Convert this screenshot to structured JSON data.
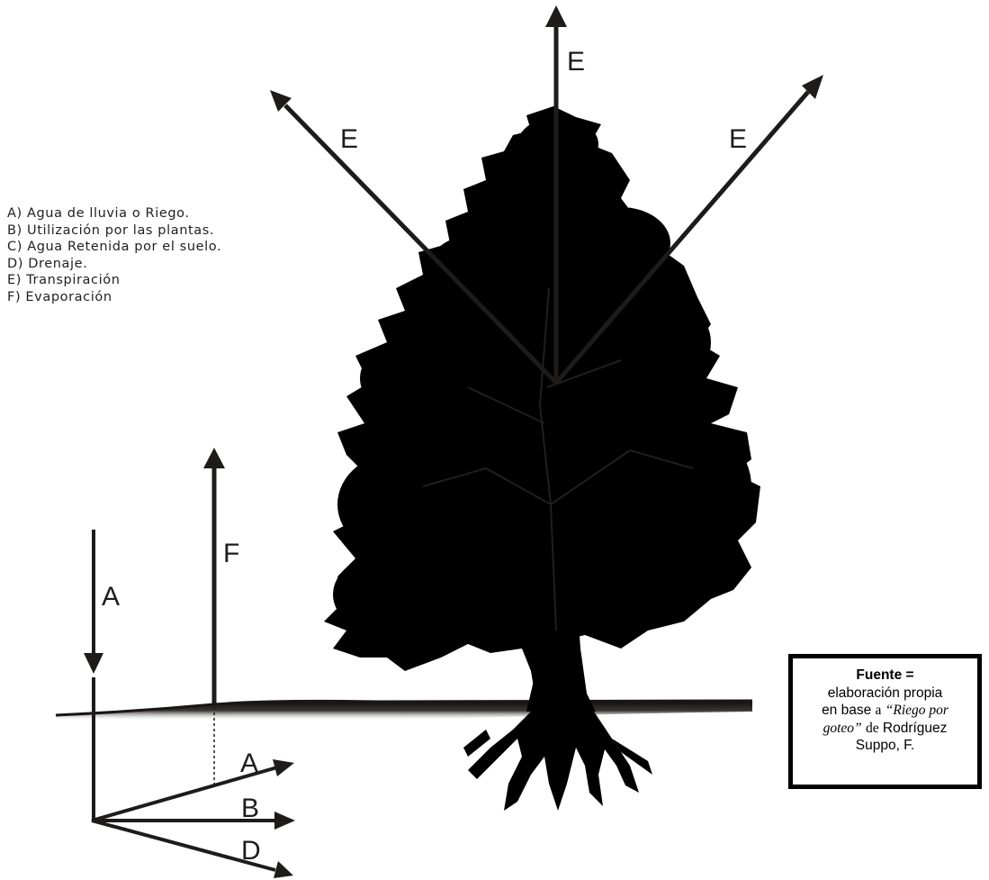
{
  "legend": [
    "A) Agua de lluvia o Riego.",
    "B) Utilización por las plantas.",
    "C) Agua Retenida por el suelo.",
    "D) Drenaje.",
    "E) Transpiración",
    "F) Evaporación"
  ],
  "arrows": {
    "e_top": "E",
    "e_left": "E",
    "e_right": "E",
    "f": "F",
    "a_rain": "A",
    "a_soil": "A",
    "b": "B",
    "d": "D"
  },
  "source": {
    "title": "Fuente =",
    "line1": "elaboración propia",
    "line2_pre": "en base",
    "line2_a": "a",
    "line2_italic": "“Riego por",
    "line3_italic": "goteo”",
    "line3_de": "de",
    "line3_name": "Rodríguez",
    "line4": "Suppo, F."
  },
  "colors": {
    "ink": "#1e1b1b",
    "tree": "#000000",
    "ground": "#2a2626"
  }
}
